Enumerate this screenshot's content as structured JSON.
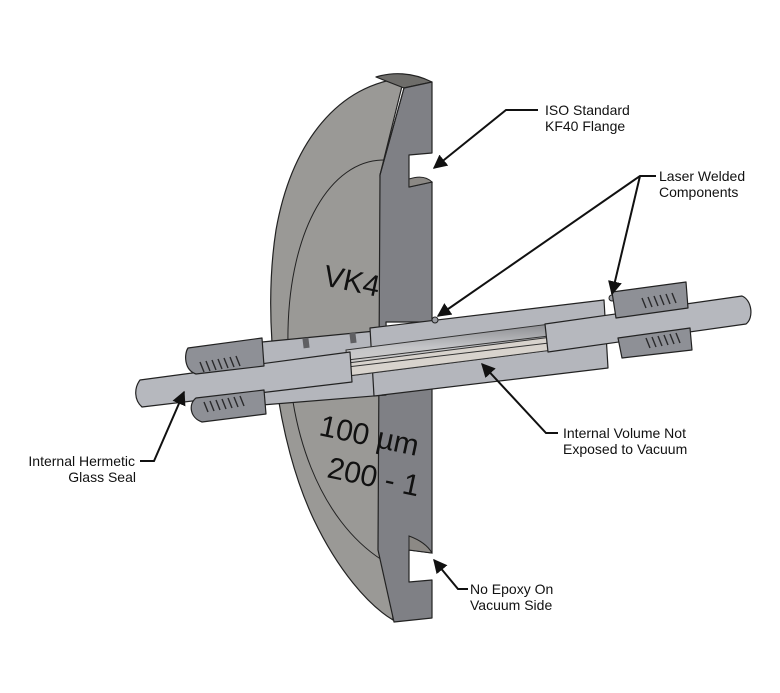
{
  "diagram": {
    "subject": "Vacuum fiber feedthrough cross-section",
    "flange_etching": {
      "part_number_fragment": "VK4",
      "core_size_fragment": "100 µm",
      "wavelength_fragment": "200 - 1"
    },
    "callouts": [
      {
        "id": "iso-flange",
        "lines": [
          "ISO Standard",
          "KF40 Flange"
        ]
      },
      {
        "id": "laser-welded",
        "lines": [
          "Laser Welded",
          "Components"
        ]
      },
      {
        "id": "hermetic-seal",
        "lines": [
          "Internal Hermetic",
          "Glass Seal"
        ]
      },
      {
        "id": "internal-volume",
        "lines": [
          "Internal Volume Not",
          "Exposed to Vacuum"
        ]
      },
      {
        "id": "no-epoxy",
        "lines": [
          "No Epoxy On",
          "Vacuum Side"
        ]
      }
    ],
    "colors": {
      "flange_face": "#9a9996",
      "flange_cut": "#7f8085",
      "tube": "#b4b6bc",
      "tube_dark": "#8e9096",
      "bore": "#c9c6c2",
      "thread": "#5b5c60"
    }
  }
}
